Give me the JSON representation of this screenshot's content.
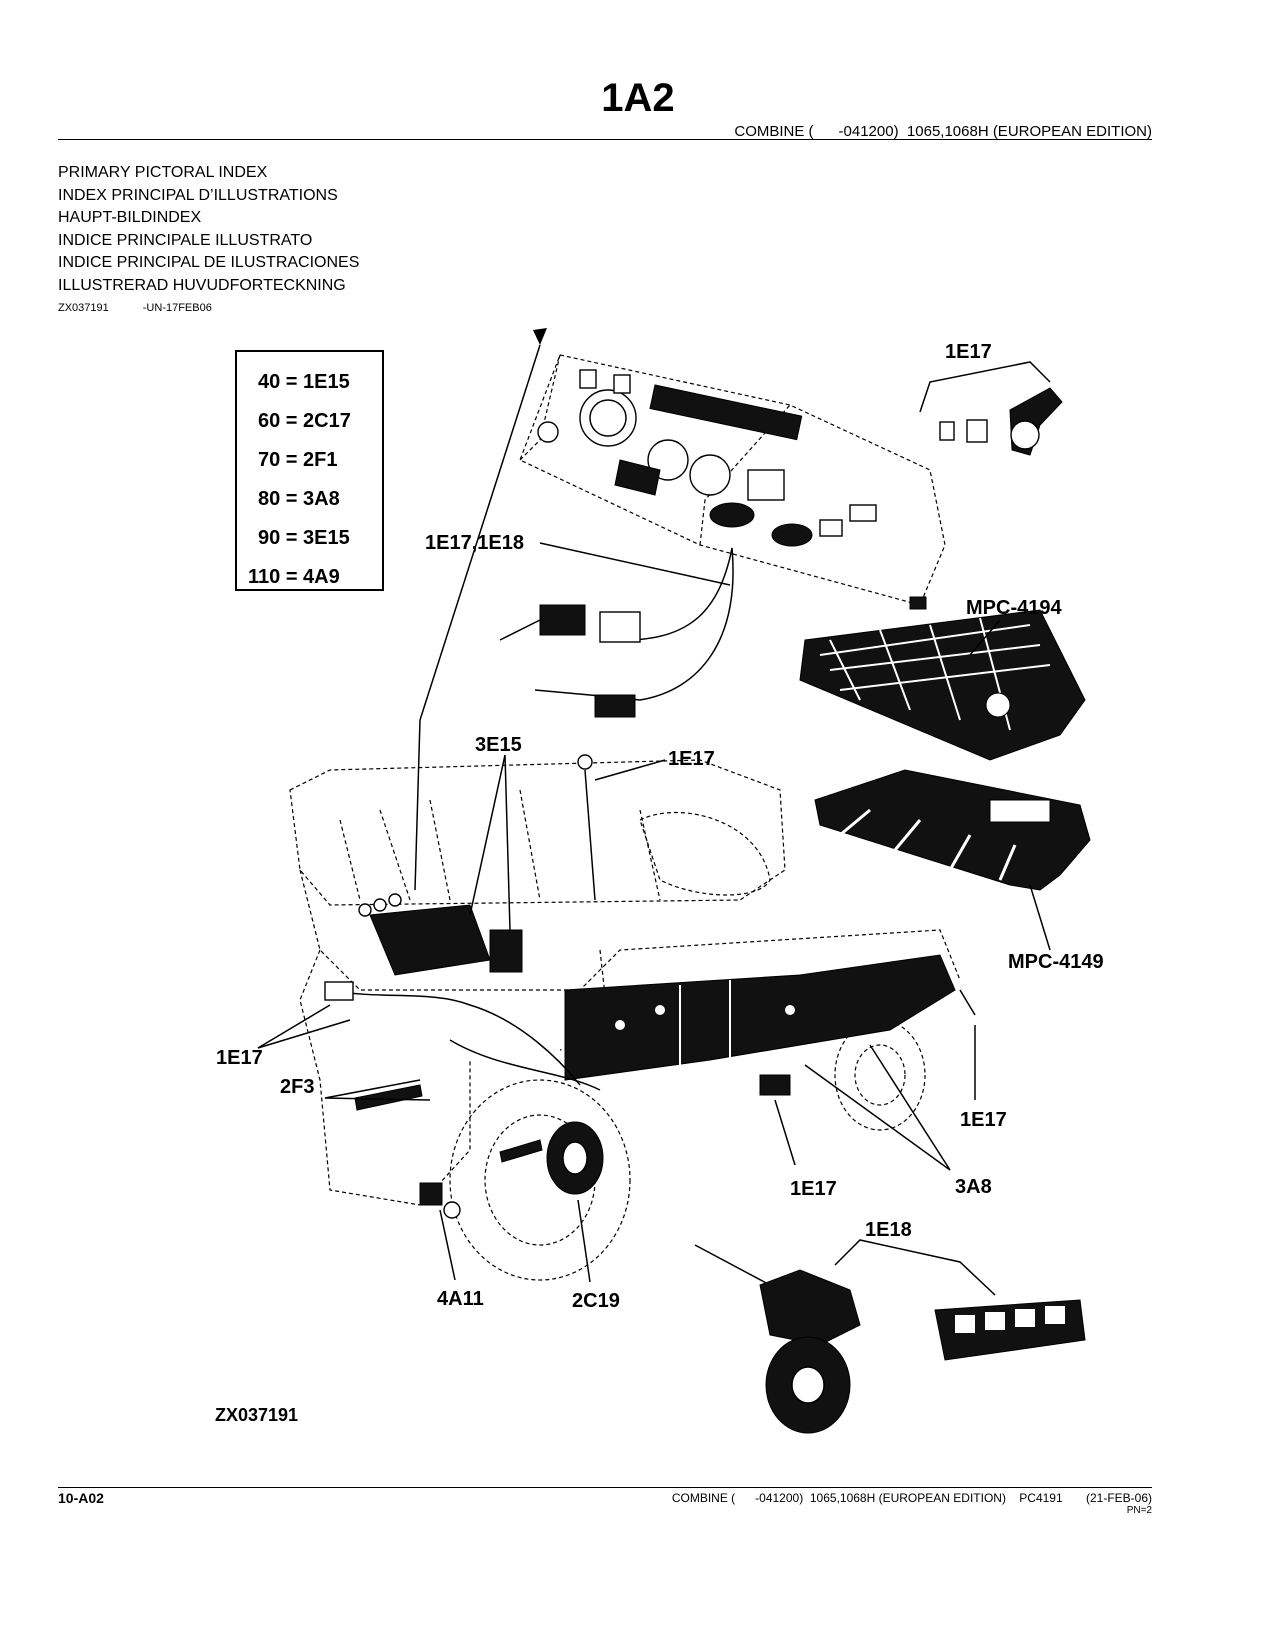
{
  "header": {
    "page_code": "1A2",
    "model_line": "COMBINE (      -041200)  1065,1068H (EUROPEAN EDITION)"
  },
  "index_titles": [
    "PRIMARY PICTORAL INDEX",
    "INDEX PRINCIPAL D’ILLUSTRATIONS",
    "HAUPT-BILDINDEX",
    "INDICE PRINCIPALE ILLUSTRATO",
    "INDICE PRINCIPAL DE ILUSTRACIONES",
    "ILLUSTRERAD HUVUDFORTECKNING"
  ],
  "illustration_ref": {
    "id": "ZX037191",
    "code": "-UN-17FEB06"
  },
  "legend": [
    "40 = 1E15",
    "60 = 2C17",
    "70 = 2F1",
    "80 = 3A8",
    "90 = 3E15",
    "110 = 4A9"
  ],
  "callouts": {
    "c1": "1E17",
    "c2": "1E17,1E18",
    "c3": "MPC-4194",
    "c4": "3E15",
    "c5": "1E17",
    "c6": "MPC-4149",
    "c7": "1E17",
    "c8": "2F3",
    "c9": "1E17",
    "c10": "1E17",
    "c11": "3A8",
    "c12": "1E18",
    "c13": "4A11",
    "c14": "2C19"
  },
  "drawing_id": "ZX037191",
  "footer": {
    "page_number": "10-A02",
    "text": "COMBINE (      -041200)  1065,1068H (EUROPEAN EDITION)    PC4191       (21-FEB-06)",
    "pn": "PN=2"
  }
}
